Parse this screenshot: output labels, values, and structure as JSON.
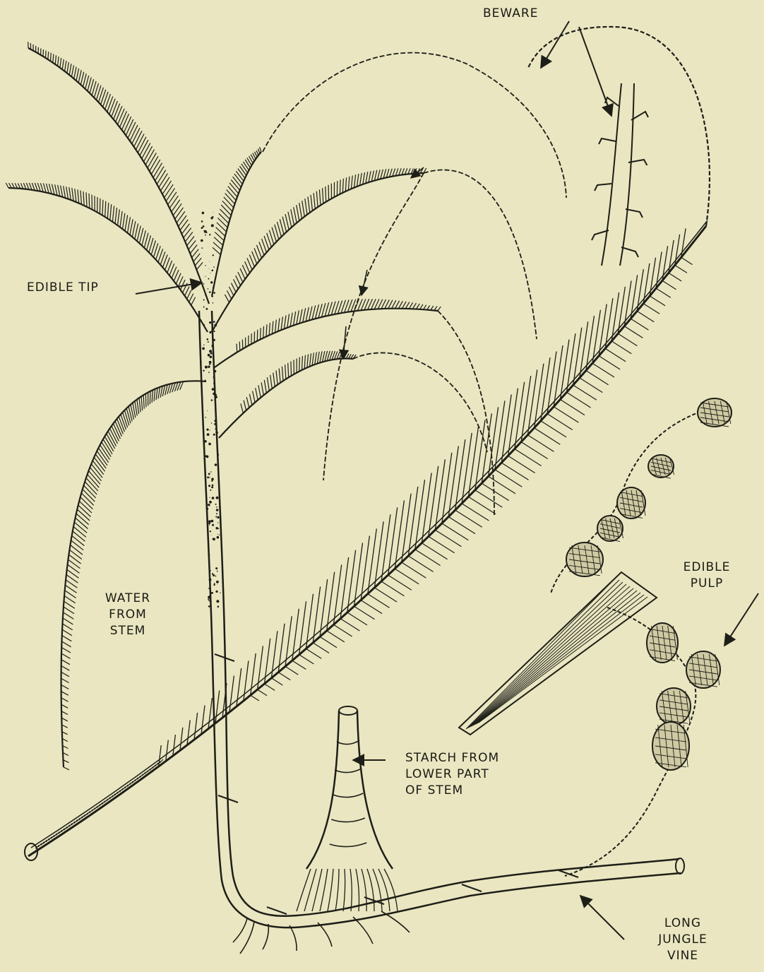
{
  "labels": {
    "beware": "BEWARE",
    "edible_tip": "EDIBLE TIP",
    "water_from_stem": [
      "WATER",
      "FROM",
      "STEM"
    ],
    "edible_pulp": [
      "EDIBLE",
      "PULP"
    ],
    "starch": [
      "STARCH FROM",
      "LOWER PART",
      "OF STEM"
    ],
    "long_jungle_vine": [
      "LONG",
      "JUNGLE",
      "VINE"
    ]
  },
  "colors": {
    "paper": "#e9e6c1",
    "ink": "#1e1e18"
  }
}
